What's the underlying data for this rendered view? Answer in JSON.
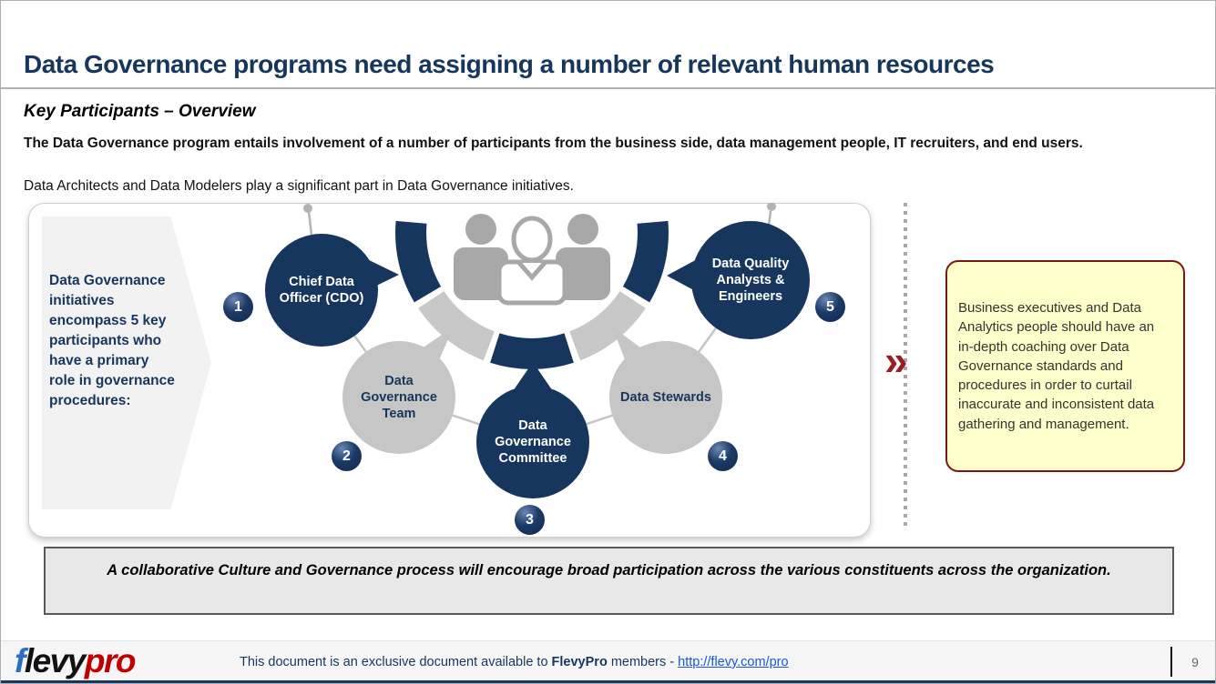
{
  "header": {
    "title": "Data Governance programs need assigning a number of relevant human resources",
    "subtitle": "Key Participants – Overview",
    "intro_bold": "The Data Governance program entails involvement of a number of participants from the business side, data management people, IT recruiters, and end users.",
    "intro_regular": "Data Architects and Data Modelers play a significant part in Data Governance initiatives."
  },
  "diagram": {
    "lead_text": "Data Governance initiatives encompass 5 key participants who have a primary role in governance procedures:",
    "participants": [
      {
        "number": "1",
        "label": "Chief Data Officer (CDO)",
        "style": "navy"
      },
      {
        "number": "2",
        "label": "Data Governance Team",
        "style": "gray"
      },
      {
        "number": "3",
        "label": "Data Governance Committee",
        "style": "navy"
      },
      {
        "number": "4",
        "label": "Data Stewards",
        "style": "gray"
      },
      {
        "number": "5",
        "label": "Data Quality Analysts & Engineers",
        "style": "navy"
      }
    ],
    "icons": [
      "people-group-icon",
      "pin-icon",
      "double-chevron-icon"
    ],
    "chevron_glyph": "»"
  },
  "callout": {
    "text": "Business executives and Data Analytics people should have an in-depth coaching over Data Governance standards and procedures in order to curtail inaccurate and inconsistent data gathering and management."
  },
  "takeaway": {
    "text": "A collaborative Culture and Governance process will encourage broad participation across the various constituents across the organization."
  },
  "footer": {
    "logo_f": "f",
    "logo_levy": "levy",
    "logo_pro": "pro",
    "text_prefix": "This document is an exclusive document available to ",
    "brand": "FlevyPro",
    "text_middle": " members - ",
    "link": "http://flevy.com/pro",
    "page_number": "9"
  },
  "colors": {
    "navy": "#17365D",
    "gray_node": "#c6c6c6",
    "accent_red": "#9e1b1e",
    "callout_bg": "#ffffcc",
    "callout_border": "#7a1717"
  }
}
